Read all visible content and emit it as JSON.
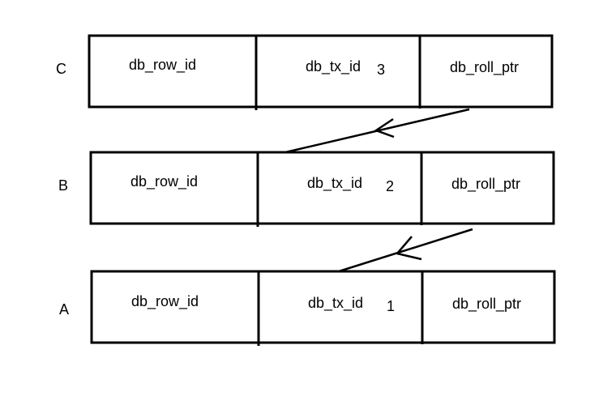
{
  "rows": [
    {
      "label": "C",
      "fields": [
        "db_row_id",
        "db_tx_id",
        "db_roll_ptr"
      ],
      "tx_number": "3"
    },
    {
      "label": "B",
      "fields": [
        "db_row_id",
        "db_tx_id",
        "db_roll_ptr"
      ],
      "tx_number": "2"
    },
    {
      "label": "A",
      "fields": [
        "db_row_id",
        "db_tx_id",
        "db_roll_ptr"
      ],
      "tx_number": "1"
    }
  ]
}
